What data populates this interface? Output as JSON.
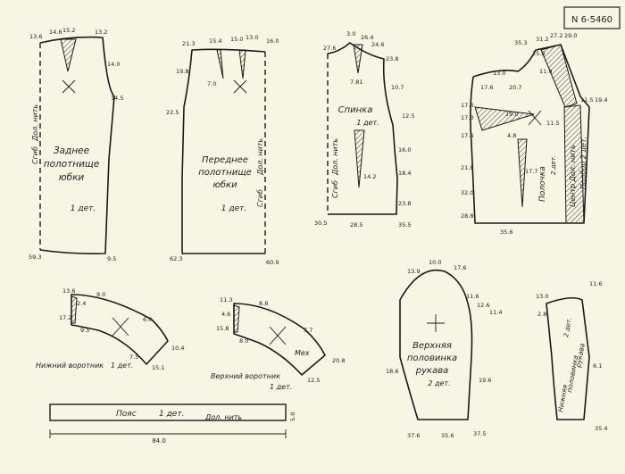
{
  "code": "N 6-5460",
  "pieces": {
    "back_skirt": {
      "name_line1": "Заднее",
      "name_line2": "полотнище",
      "name_line3": "юбки",
      "count": "1 дет.",
      "fold": "Сгиб",
      "grain": "Дол. нить",
      "meas": [
        "13.6",
        "14.6",
        "15.2",
        "13.2",
        "14.0",
        "14.5",
        "59.3",
        "9.5"
      ]
    },
    "front_skirt": {
      "name_line1": "Переднее",
      "name_line2": "полотнище",
      "name_line3": "юбки",
      "count": "1 дет.",
      "fold": "Сгиб",
      "grain": "Дол. нить",
      "meas": [
        "21.3",
        "15.4",
        "15.0",
        "13.0",
        "16.0",
        "19.8",
        "7.0",
        "22.5",
        "62.3",
        "60.9"
      ]
    },
    "back": {
      "name": "Спинка",
      "count": "1 дет.",
      "fold": "Сгиб",
      "grain": "Дол. нить",
      "meas": [
        "27.6",
        "3.0",
        "26.4",
        "24.6",
        "23.8",
        "7.81",
        "10.7",
        "12.5",
        "16.0",
        "18.4",
        "23.8",
        "30.5",
        "28.5",
        "14.2",
        "35.5"
      ]
    },
    "front": {
      "name": "Полочка",
      "count": "2 дет.",
      "grain": "Центр Дол. нить",
      "facing": "Подбор 2 дет.",
      "meas": [
        "35.3",
        "31.2",
        "29.0",
        "27.2",
        "25.8",
        "11.9",
        "13.0",
        "17.6",
        "20.7",
        "17.4",
        "17.3",
        "19.0",
        "11.5",
        "4.8",
        "17.6",
        "21.8",
        "28.8",
        "32.0",
        "35.6",
        "11.5",
        "19.4",
        "17.7"
      ]
    },
    "lower_collar": {
      "name": "Нижний воротник",
      "count": "1 дет.",
      "meas": [
        "13.6",
        "9.0",
        "17.2",
        "9.5",
        "6.0",
        "2.4",
        "7.5",
        "10.4",
        "15.1"
      ]
    },
    "upper_collar": {
      "name": "Верхний воротник",
      "count": "1 дет.",
      "mark": "Мех",
      "meas": [
        "11.3",
        "8.8",
        "15.8",
        "8.0",
        "7.7",
        "20.8",
        "4.6",
        "12.5"
      ]
    },
    "upper_sleeve": {
      "name_line1": "Верхняя",
      "name_line2": "половинка",
      "name_line3": "рукава",
      "count": "2 дет.",
      "meas": [
        "13.9",
        "10.0",
        "17.6",
        "11.6",
        "12.6",
        "11.4",
        "18.6",
        "19.6",
        "37.6",
        "35.6",
        "37.5"
      ]
    },
    "lower_sleeve": {
      "name_line1": "Нижняя",
      "name_line2": "половинка",
      "name_line3": "рукава",
      "count": "2 дет.",
      "meas": [
        "13.0",
        "11.6",
        "2.8",
        "6.1",
        "35.4"
      ]
    },
    "belt": {
      "name": "Пояс",
      "count": "1 дет.",
      "grain": "Дол. нить",
      "length": "84.0",
      "width": "5.0"
    }
  }
}
